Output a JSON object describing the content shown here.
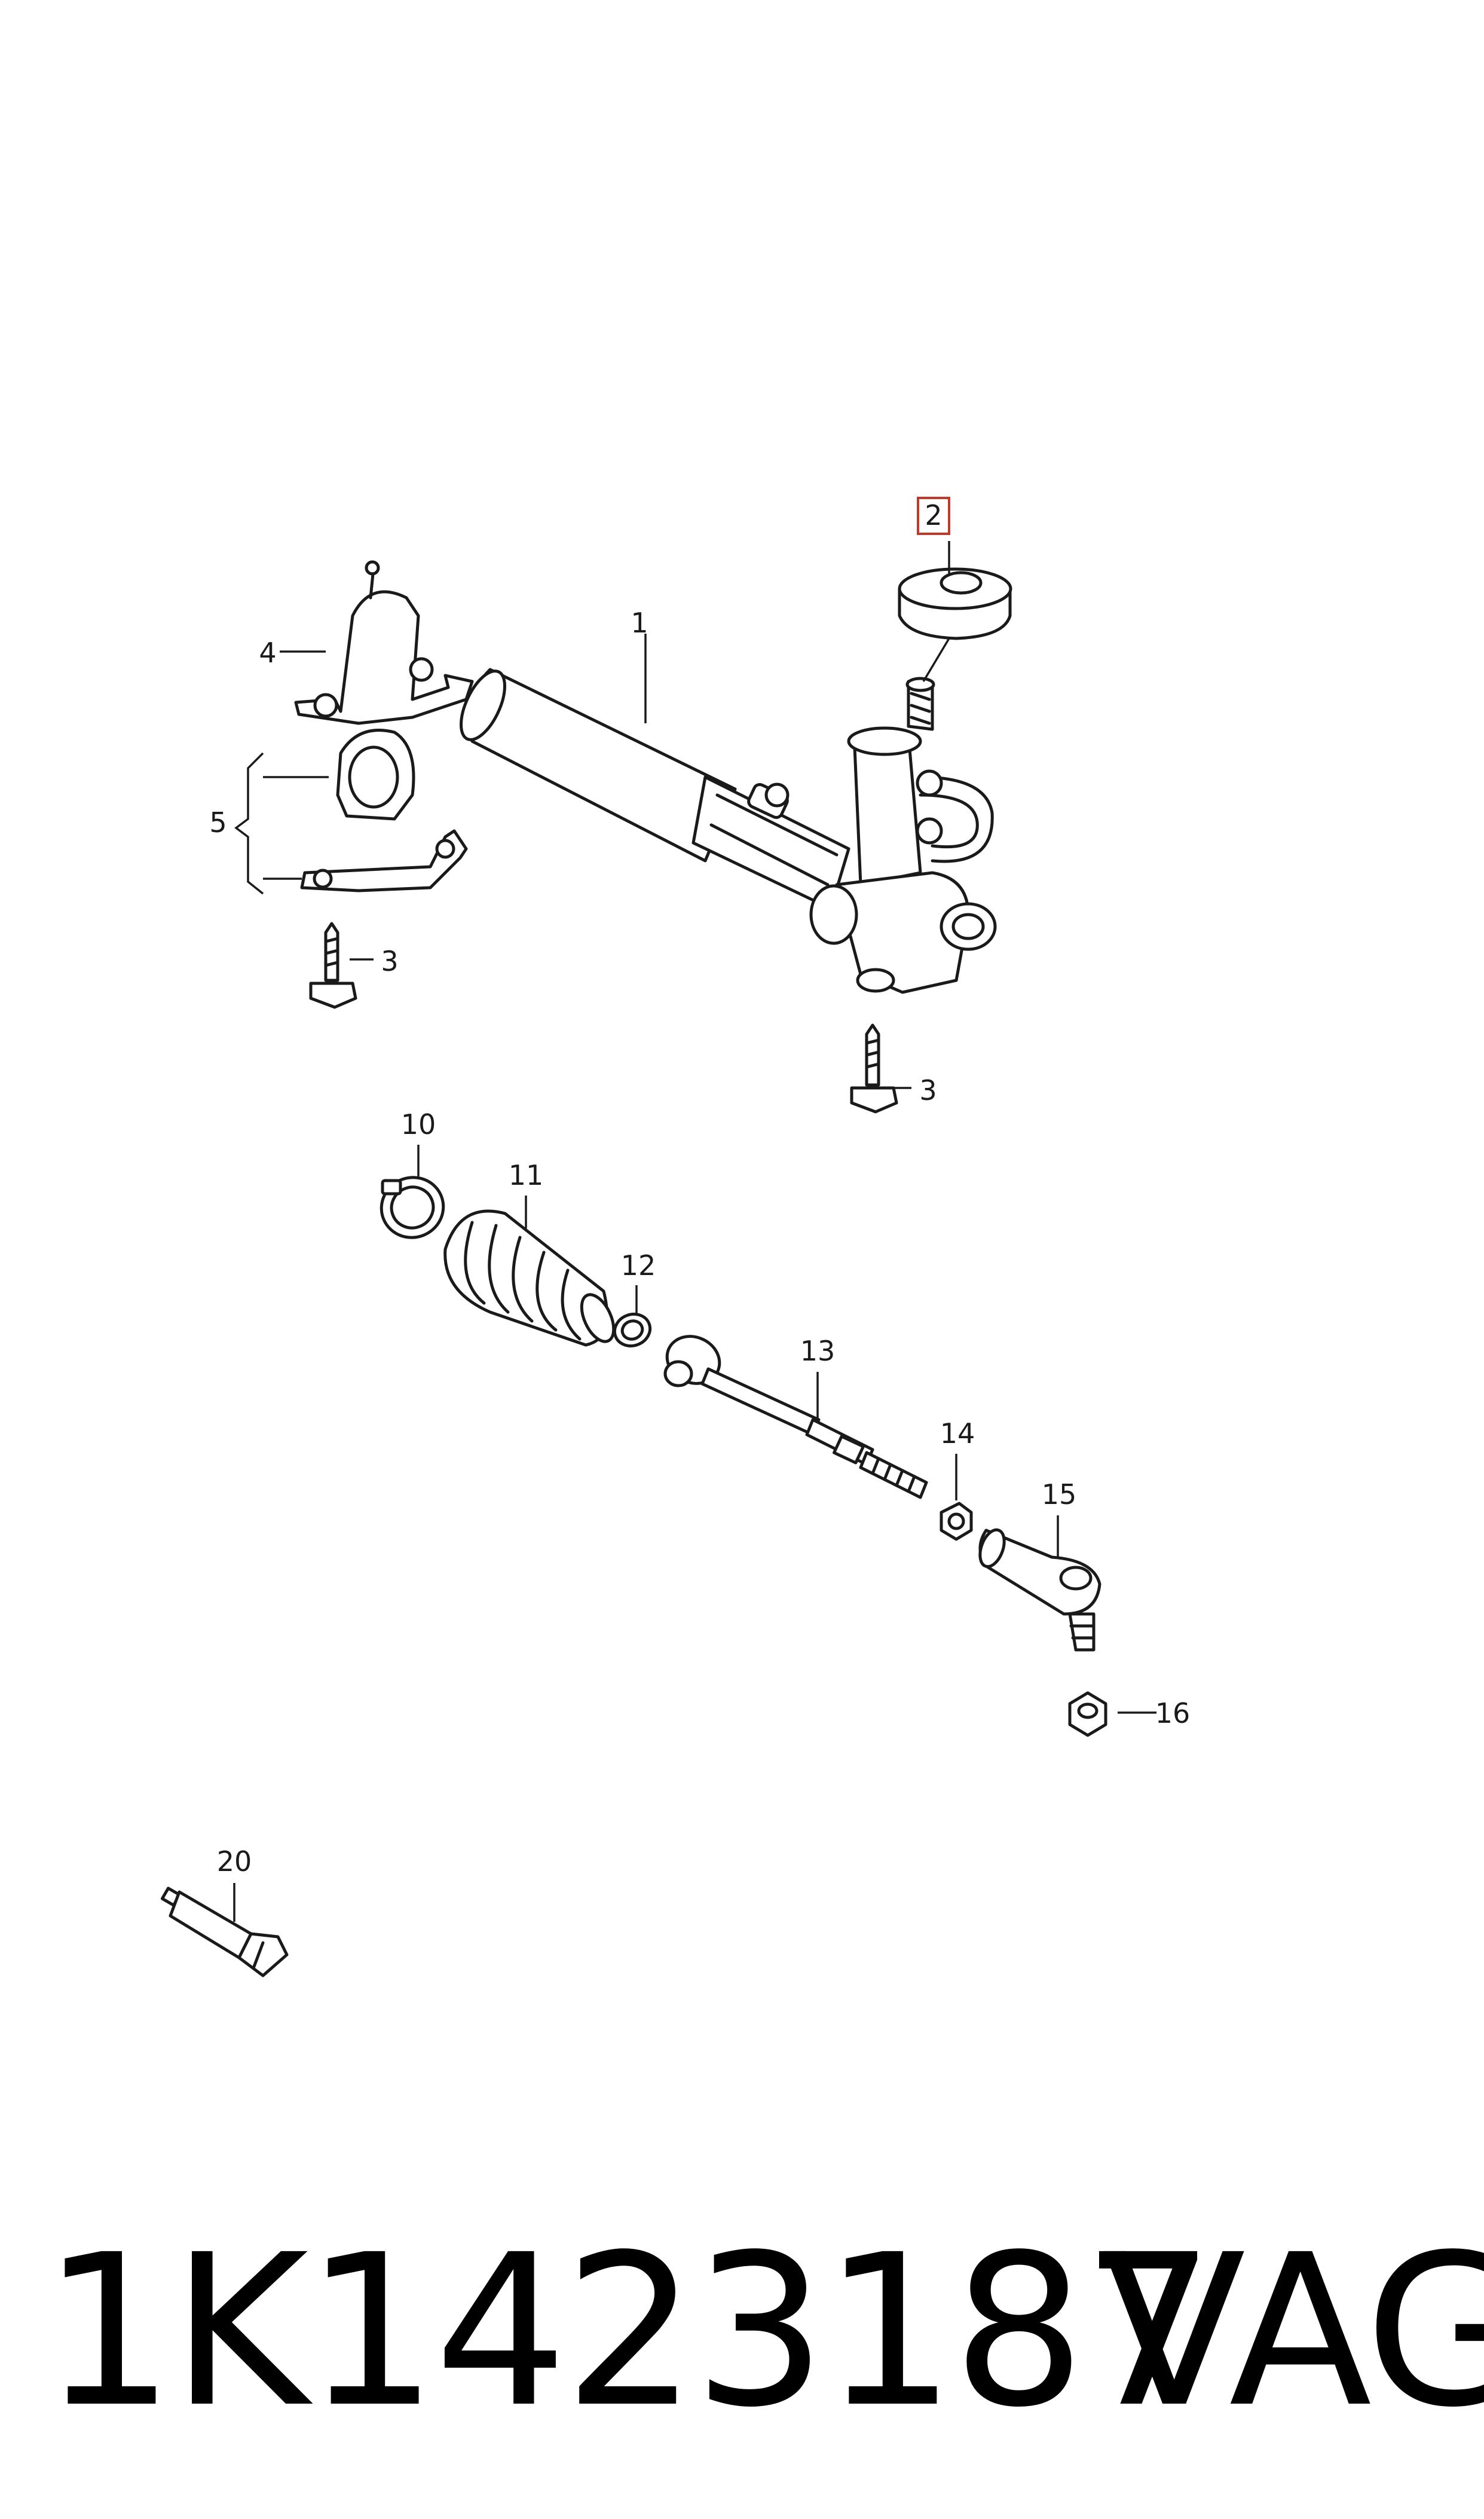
{
  "diagram": {
    "callouts": {
      "c1": "1",
      "c2": "2",
      "c3a": "3",
      "c3b": "3",
      "c4": "4",
      "c5": "5",
      "c10": "10",
      "c11": "11",
      "c12": "12",
      "c13": "13",
      "c14": "14",
      "c15": "15",
      "c16": "16",
      "c20": "20"
    },
    "highlighted_callout": "2"
  },
  "footer": {
    "part_number": "1K1423187",
    "brand": "VAG"
  }
}
